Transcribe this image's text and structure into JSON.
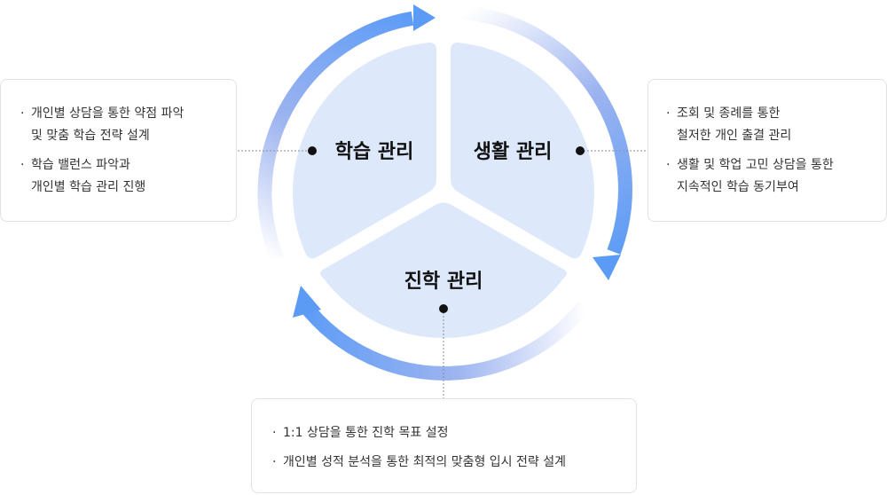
{
  "segments": {
    "study": {
      "title": "학습 관리"
    },
    "life": {
      "title": "생활 관리"
    },
    "career": {
      "title": "진학 관리"
    }
  },
  "boxes": {
    "left": {
      "items": [
        {
          "lines": [
            "개인별 상담을 통한 약점 파악",
            "및 맞춤 학습 전략 설계"
          ]
        },
        {
          "lines": [
            "학습 밸런스 파악과",
            "개인별 학습 관리 진행"
          ]
        }
      ]
    },
    "right": {
      "items": [
        {
          "lines": [
            "조회 및 종례를 통한",
            "철저한 개인 출결 관리"
          ]
        },
        {
          "lines": [
            "생활 및 학업 고민 상담을 통한",
            "지속적인 학습 동기부여"
          ]
        }
      ]
    },
    "bottom": {
      "items": [
        {
          "lines": [
            "1:1 상담을 통한 진학 목표 설정"
          ]
        },
        {
          "lines": [
            "개인별 성적 분석을 통한 최적의 맞춤형 입시 전략 설계"
          ]
        }
      ]
    }
  },
  "colors": {
    "segment_fill": "#dde9fb",
    "arrow_start": "#5b9bf6",
    "arrow_fade": "#ffffff",
    "dot": "#111111",
    "connector": "#8f8f8f",
    "box_border": "#e2e2e2"
  }
}
